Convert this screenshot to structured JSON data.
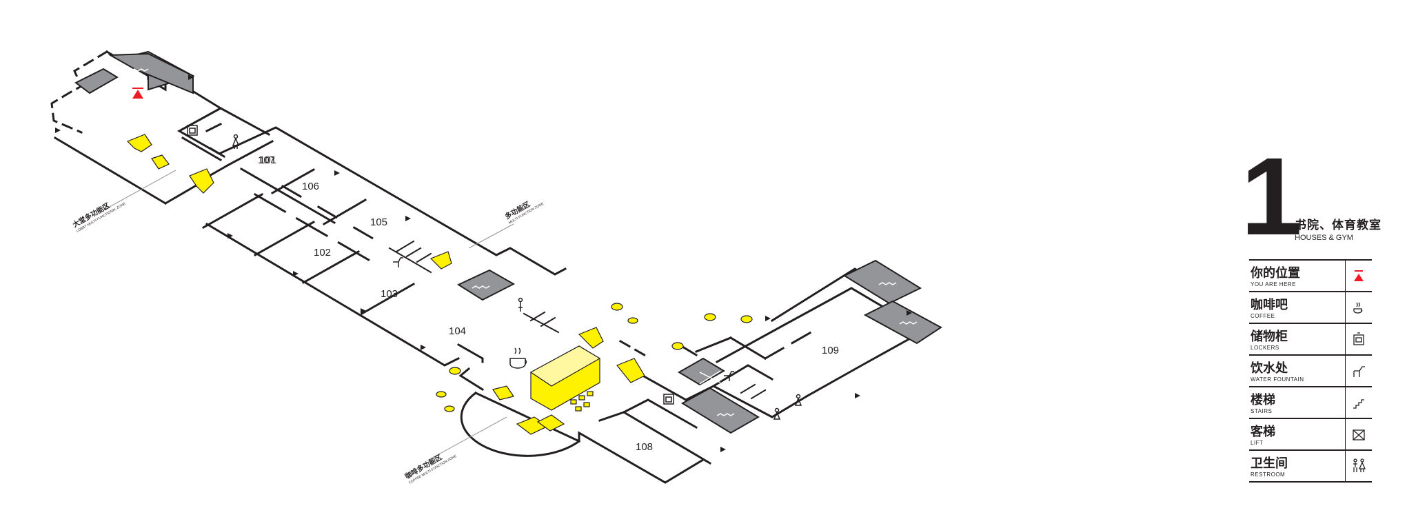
{
  "floor": {
    "number": "1",
    "title_cn": "书院、体育教室",
    "title_en": "HOUSES & GYM"
  },
  "rooms": [
    "101",
    "102",
    "103",
    "104",
    "105",
    "106",
    "107",
    "108",
    "109"
  ],
  "zones": {
    "lobby_cn": "大堂多功能区",
    "lobby_en": "LOBBY MULTI-FUNCTIONAL ZONE",
    "multi_cn": "多功能区",
    "multi_en": "MULTI-FUNCTION ZONE",
    "coffee_cn": "咖啡多功能区",
    "coffee_en": "COFFEE MULTI-FUNCTION ZONE"
  },
  "legend": [
    {
      "cn": "你的位置",
      "en": "YOU ARE HERE",
      "icon": "you-are-here-icon"
    },
    {
      "cn": "咖啡吧",
      "en": "COFFEE",
      "icon": "coffee-icon"
    },
    {
      "cn": "储物柜",
      "en": "LOCKERS",
      "icon": "locker-icon"
    },
    {
      "cn": "饮水处",
      "en": "WATER FOUNTAIN",
      "icon": "water-fountain-icon"
    },
    {
      "cn": "楼梯",
      "en": "STAIRS",
      "icon": "stairs-icon"
    },
    {
      "cn": "客梯",
      "en": "LIFT",
      "icon": "lift-icon"
    },
    {
      "cn": "卫生间",
      "en": "RESTROOM",
      "icon": "restroom-icon"
    }
  ],
  "colors": {
    "line": "#231f20",
    "highlight_yellow": "#fff200",
    "gray_block": "#939598",
    "you_are_here_red": "#ed1c24"
  }
}
